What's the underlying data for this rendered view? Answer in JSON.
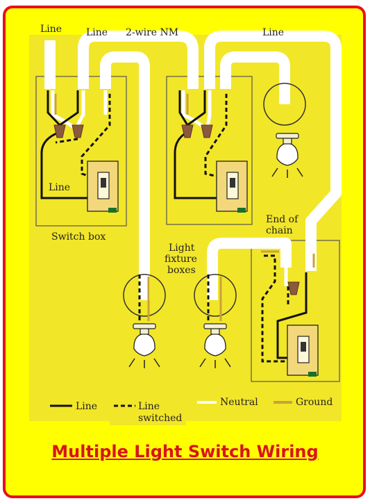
{
  "title": "Multiple Light Switch Wiring",
  "labels": {
    "line_1": "Line",
    "line_2": "Line",
    "cable": "2-wire NM",
    "line_3": "Line",
    "line_inner": "Line",
    "switch_box": "Switch box",
    "end_of_chain_1": "End of",
    "end_of_chain_2": "chain",
    "light_fixture_1": "Light",
    "light_fixture_2": "fixture",
    "light_fixture_3": "boxes"
  },
  "legend": {
    "line": "Line",
    "line_switched_1": "Line",
    "line_switched_2": "switched",
    "neutral": "Neutral",
    "ground": "Ground"
  },
  "colors": {
    "background": "#ffff00",
    "panel": "#f2e628",
    "frame": "#e8101a",
    "title": "#d8141c",
    "line_wire": "#111111",
    "neutral_wire": "#ffffff",
    "ground_wire": "#c9a23a",
    "wire_nut": "#8b5a3c",
    "switch": "#f2d87a"
  }
}
